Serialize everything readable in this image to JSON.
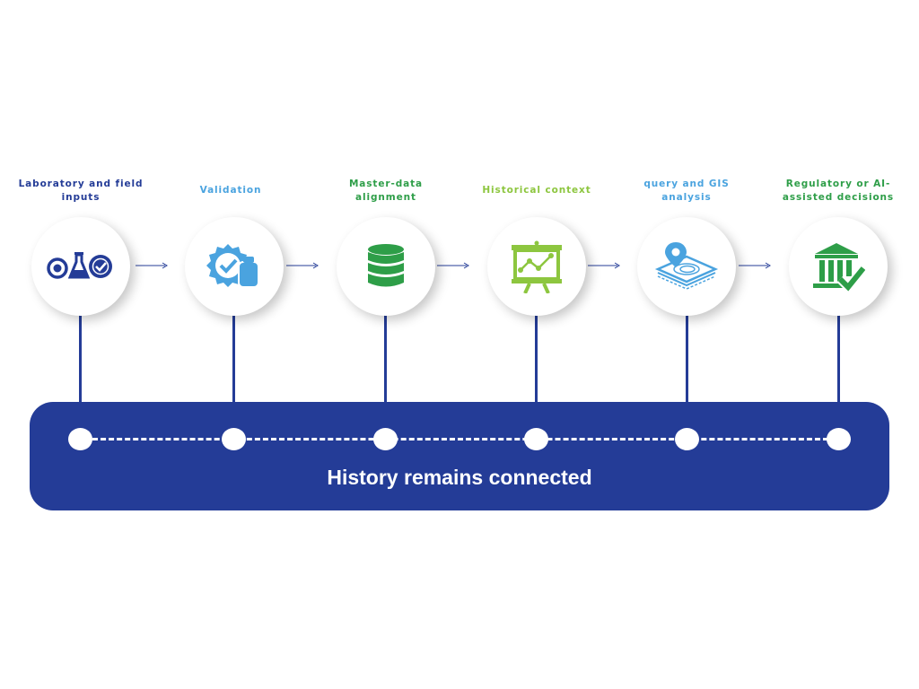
{
  "stages": [
    {
      "label": "Laboratory and field inputs",
      "color": "#243c97",
      "icon": "lab-flask-check-icon"
    },
    {
      "label": "Validation",
      "color": "#4aa3df",
      "icon": "validation-badge-check-icon"
    },
    {
      "label": "Master-data alignment",
      "color": "#2e9e48",
      "icon": "database-icon"
    },
    {
      "label": "Historical context",
      "color": "#8dc63f",
      "icon": "presentation-chart-icon"
    },
    {
      "label": "query and GIS analysis",
      "color": "#4aa3df",
      "icon": "map-pin-layers-icon"
    },
    {
      "label": "Regulatory or AI-assisted decisions",
      "color": "#2e9e48",
      "icon": "institution-check-icon"
    }
  ],
  "band": {
    "title": "History remains connected",
    "color": "#243c97"
  }
}
